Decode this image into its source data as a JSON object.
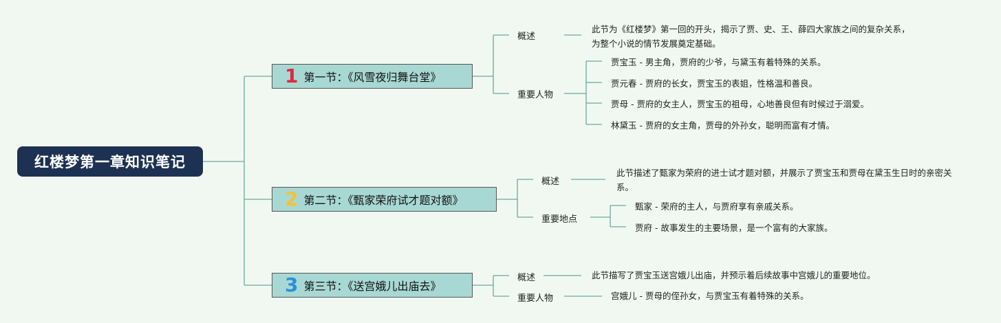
{
  "root": {
    "title": "红楼梦第一章知识笔记"
  },
  "sections": [
    {
      "number": "1",
      "number_color": "#e0293f",
      "title": "第一节：《风雪夜归舞台堂》",
      "summary_label": "概述",
      "summary_text": "此节为《红楼梦》第一回的开头，揭示了贾、史、王、薛四大家族之间的复杂关系，为整个小说的情节发展奠定基础。",
      "detail_label": "重要人物",
      "details": [
        "贾宝玉 - 男主角，贾府的少爷，与黛玉有着特殊的关系。",
        "贾元春 - 贾府的长女，贾宝玉的表姐，性格温和善良。",
        "贾母 - 贾府的女主人，贾宝玉的祖母，心地善良但有时候过于溺爱。",
        "林黛玉 - 贾府的女主角，贾母的外孙女，聪明而富有才情。"
      ]
    },
    {
      "number": "2",
      "number_color": "#f2c335",
      "title": "第二节：《甄家荣府试才题对额》",
      "summary_label": "概述",
      "summary_text": "此节描述了甄家为荣府的进士试才题对额，并展示了贾宝玉和贾母在黛玉生日时的亲密关系。",
      "detail_label": "重要地点",
      "details": [
        "甄家 - 荣府的主人，与贾府享有亲戚关系。",
        "贾府 - 故事发生的主要场景，是一个富有的大家族。"
      ]
    },
    {
      "number": "3",
      "number_color": "#2a8fdc",
      "title": "第三节：《送宫娥儿出庙去》",
      "summary_label": "概述",
      "summary_text": "此节描写了贾宝玉送宫娥儿出庙，并预示着后续故事中宫娥儿的重要地位。",
      "detail_label": "重要人物",
      "details": [
        "宫娥儿 - 贾母的侄孙女，与贾宝玉有着特殊的关系。"
      ]
    }
  ],
  "colors": {
    "line": "#6aa79f",
    "root_bg": "#1d3152",
    "section_bg": "#a8d8d4"
  }
}
